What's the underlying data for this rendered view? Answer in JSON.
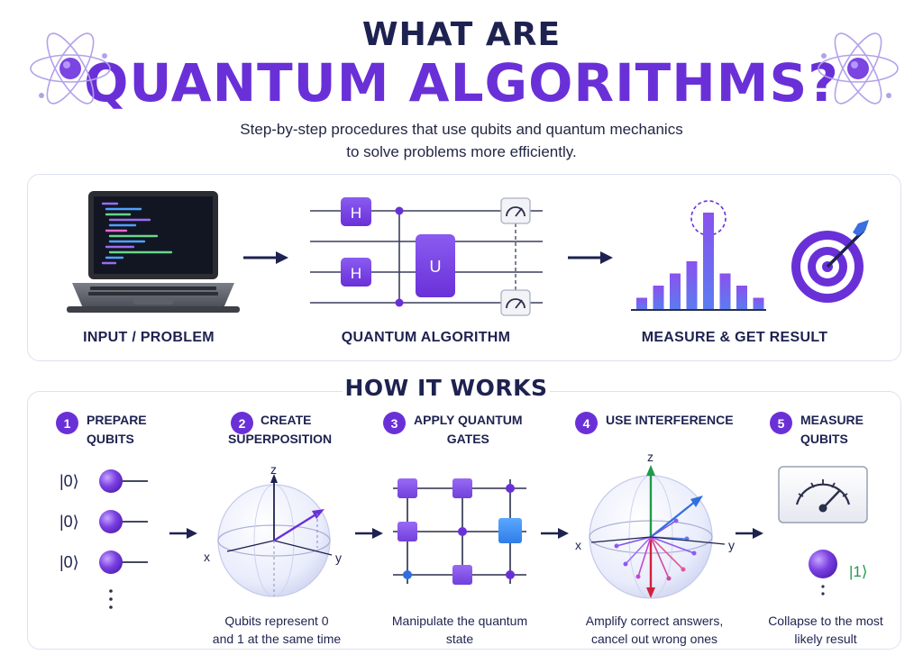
{
  "header": {
    "title_line1": "WHAT ARE",
    "title_line2": "QUANTUM ALGORITHMS?",
    "subtitle_line1": "Step-by-step procedures that use qubits and quantum mechanics",
    "subtitle_line2": "to solve problems more efficiently."
  },
  "pipeline": {
    "input_label": "INPUT / PROBLEM",
    "algorithm_label": "QUANTUM ALGORITHM",
    "result_label": "MEASURE & GET RESULT",
    "gate_h": "H",
    "gate_u": "U",
    "histogram_values": [
      1,
      2,
      3,
      4,
      8,
      3,
      2,
      1
    ]
  },
  "how_it_works": {
    "title": "HOW IT WORKS",
    "steps": [
      {
        "number": "1",
        "label_line1": "PREPARE",
        "label_line2": "QUBITS",
        "desc_line1": "",
        "desc_line2": ""
      },
      {
        "number": "2",
        "label_line1": "CREATE",
        "label_line2": "SUPERPOSITION",
        "desc_line1": "Qubits represent 0",
        "desc_line2": "and 1 at the same time"
      },
      {
        "number": "3",
        "label_line1": "APPLY QUANTUM",
        "label_line2": "GATES",
        "desc_line1": "Manipulate the quantum",
        "desc_line2": "state"
      },
      {
        "number": "4",
        "label_line1": "USE INTERFERENCE",
        "label_line2": "",
        "desc_line1": "Amplify correct answers,",
        "desc_line2": "cancel out wrong ones"
      },
      {
        "number": "5",
        "label_line1": "MEASURE",
        "label_line2": "QUBITS",
        "desc_line1": "Collapse to the most",
        "desc_line2": "likely result"
      }
    ],
    "ket_zero": "|0⟩",
    "ket_one": "|1⟩",
    "axis_x": "x",
    "axis_y": "y",
    "axis_z": "z"
  }
}
